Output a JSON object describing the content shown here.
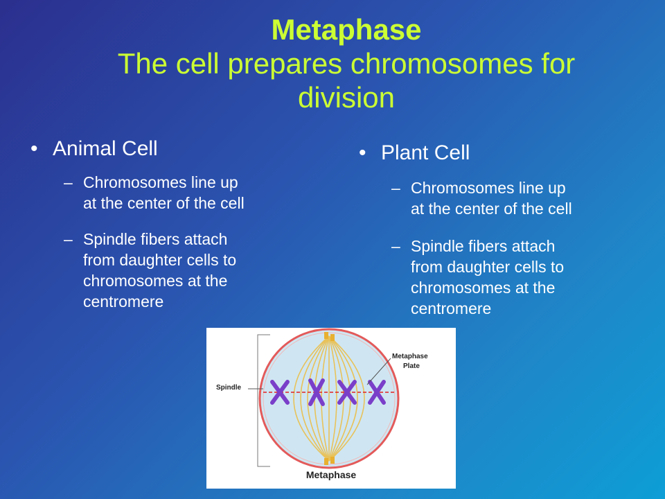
{
  "title": {
    "main": "Metaphase",
    "sub_line1": "The cell prepares chromosomes for",
    "sub_line2": "division"
  },
  "left": {
    "bullet": "Animal Cell",
    "items": [
      {
        "lines": [
          "Chromosomes line up",
          "at the center of the cell"
        ]
      },
      {
        "lines": [
          "Spindle fibers attach",
          "from daughter cells to",
          "chromosomes at the",
          "centromere"
        ]
      }
    ]
  },
  "right": {
    "bullet": "Plant Cell",
    "items": [
      {
        "lines": [
          "Chromosomes line up",
          "at the center of the cell"
        ]
      },
      {
        "lines": [
          "Spindle fibers attach",
          "from daughter cells to",
          "chromosomes at the",
          "centromere"
        ]
      }
    ]
  },
  "diagram": {
    "label_spindle": "Spindle",
    "label_plate_line1": "Metaphase",
    "label_plate_line2": "Plate",
    "caption": "Metaphase"
  },
  "colors": {
    "title": "#ccff33",
    "text": "#ffffff",
    "cell_fill": "#cfe6f2",
    "cell_border": "#e35a5a",
    "spindle": "#e8c25a",
    "chromosome": "#7a3fc9",
    "plate": "#e02020"
  },
  "glyphs": {
    "bullet": "•",
    "dash": "–"
  }
}
